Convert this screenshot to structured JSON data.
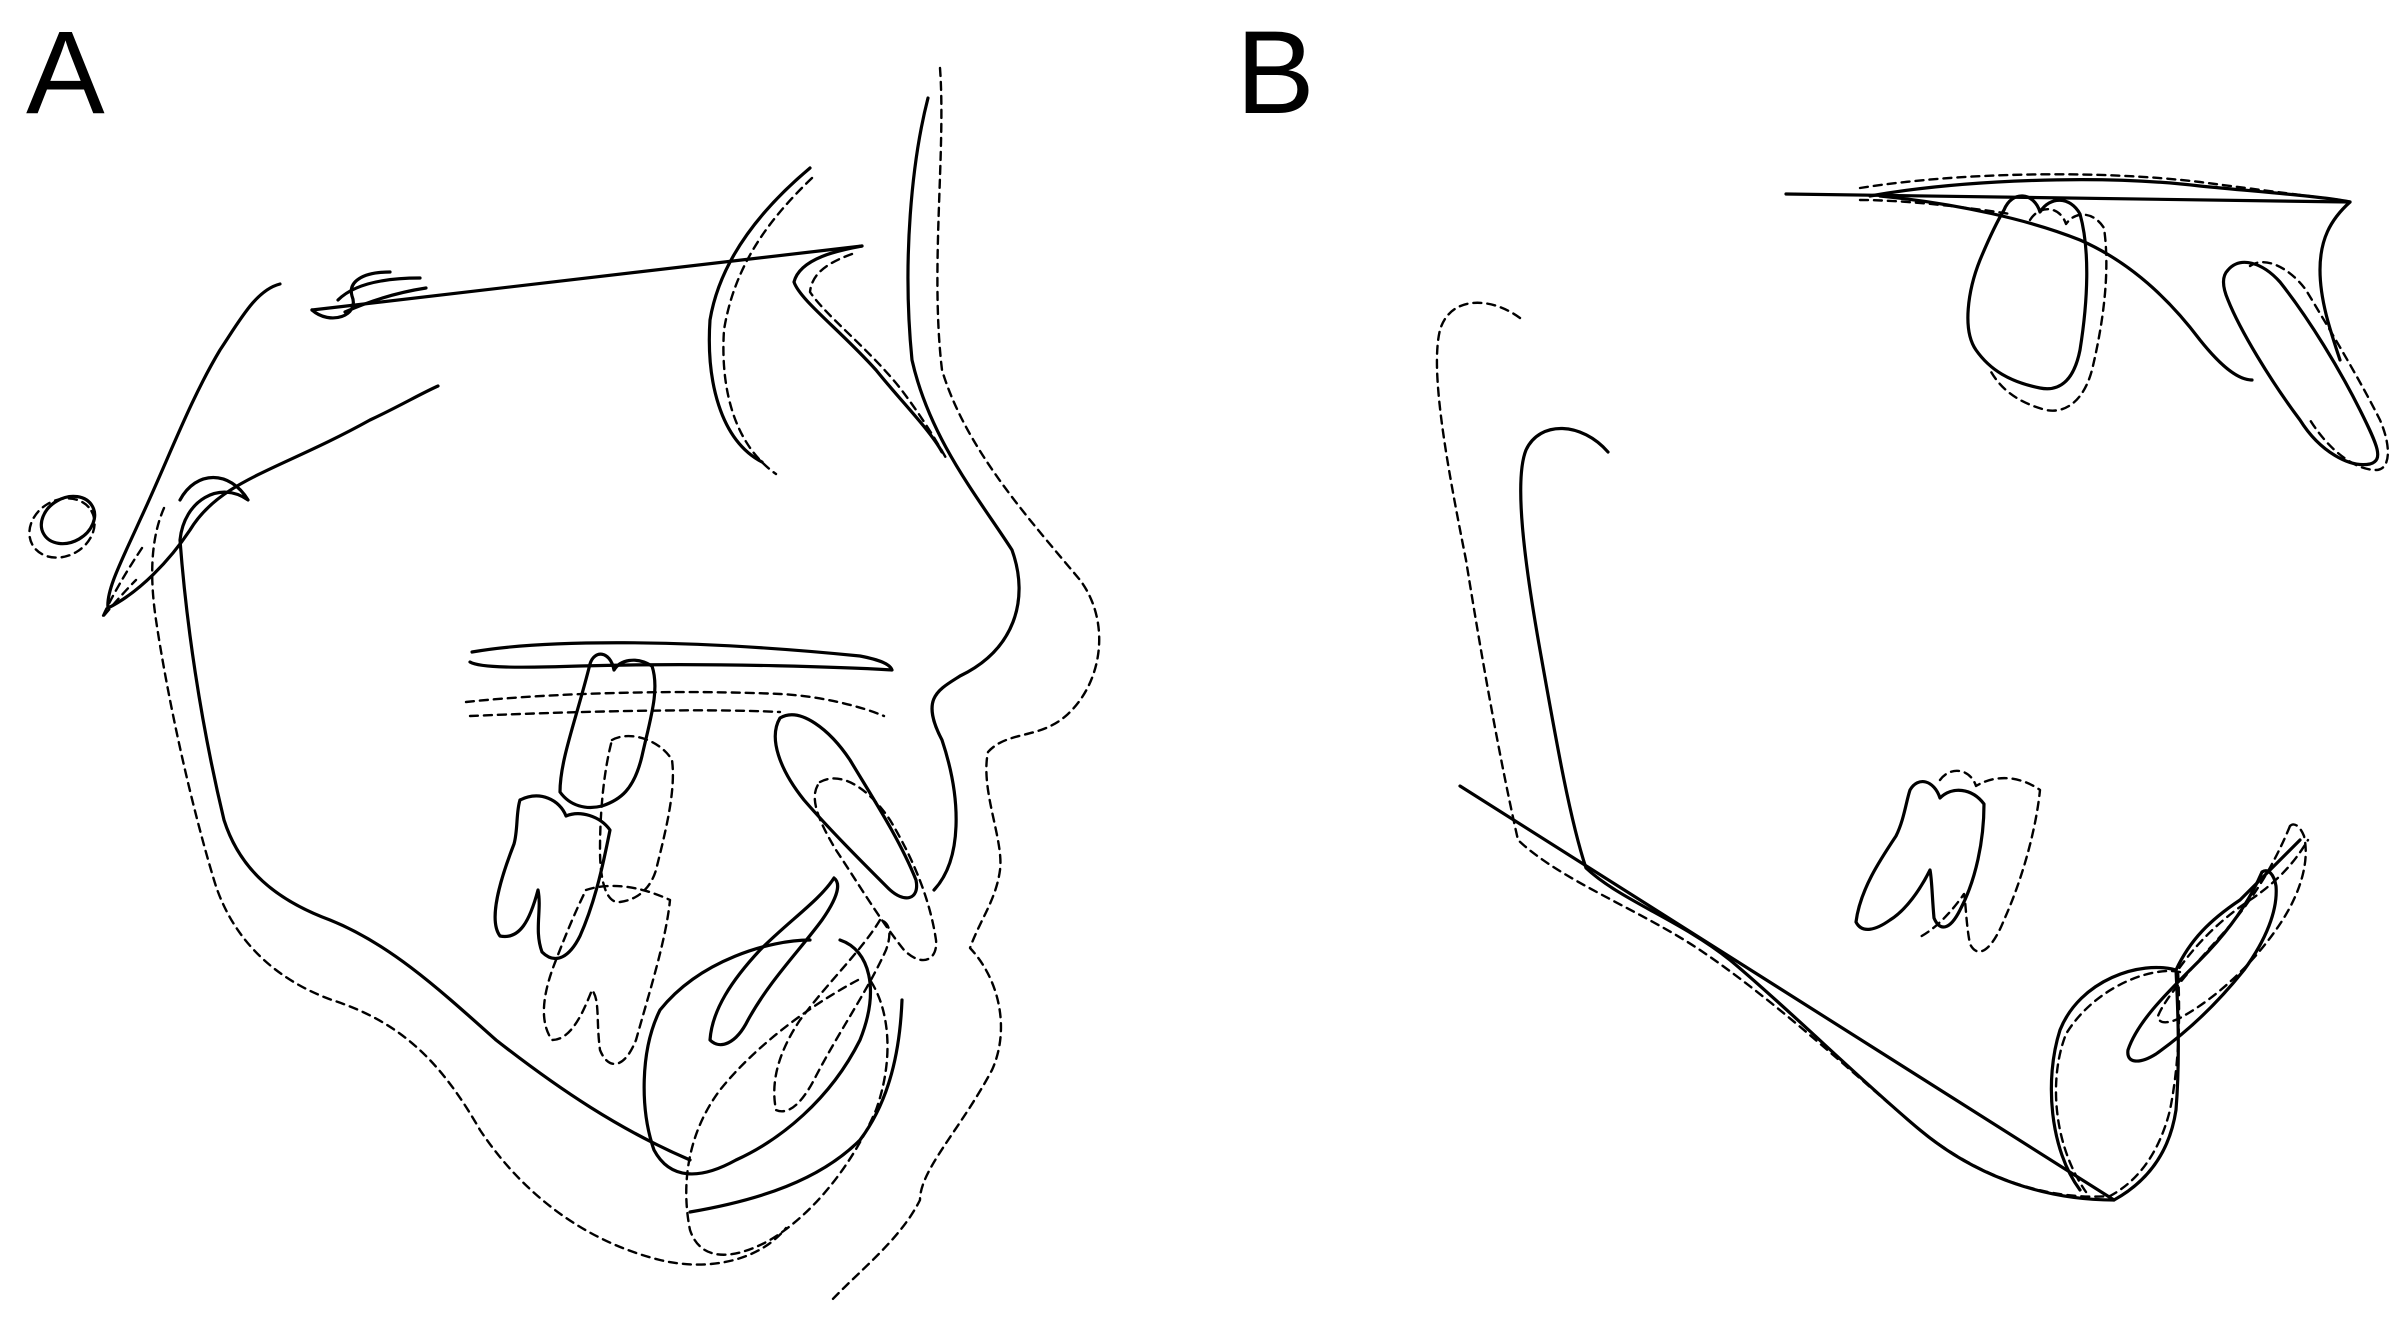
{
  "panels": [
    {
      "id": "A",
      "label": "A"
    },
    {
      "id": "B",
      "label": "B"
    }
  ],
  "legend": {
    "before": "",
    "after": ""
  },
  "colors": {
    "line": "#000000",
    "background": "#ffffff"
  }
}
